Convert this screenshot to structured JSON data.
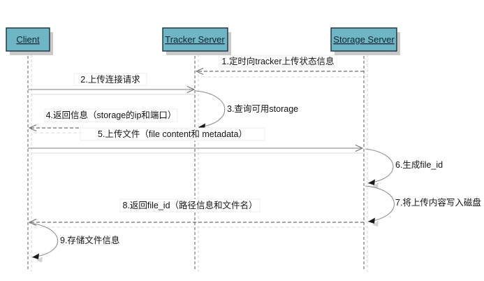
{
  "diagram": {
    "type": "sequence",
    "actors": [
      {
        "id": "client",
        "label": "Client"
      },
      {
        "id": "tracker",
        "label": "Tracker Server"
      },
      {
        "id": "storage",
        "label": "Storage Server"
      }
    ],
    "messages": [
      {
        "num": 1,
        "label": "1.定时向tracker上传状态信息",
        "from": "Storage Server",
        "to": "Tracker Server",
        "line": "dashed"
      },
      {
        "num": 2,
        "label": "2.上传连接请求",
        "from": "Client",
        "to": "Tracker Server",
        "line": "solid"
      },
      {
        "num": 3,
        "label": "3.查询可用storage",
        "from": "Tracker Server",
        "to": "Tracker Server",
        "line": "self-loop"
      },
      {
        "num": 4,
        "label": "4.返回信息（storage的ip和端口）",
        "from": "Tracker Server",
        "to": "Client",
        "line": "dashed"
      },
      {
        "num": 5,
        "label": "5.上传文件（file content和 metadata）",
        "from": "Client",
        "to": "Storage Server",
        "line": "solid"
      },
      {
        "num": 6,
        "label": "6.生成file_id",
        "from": "Storage Server",
        "to": "Storage Server",
        "line": "self-loop"
      },
      {
        "num": 7,
        "label": "7.将上传内容写入磁盘",
        "from": "Storage Server",
        "to": "Storage Server",
        "line": "self-loop"
      },
      {
        "num": 8,
        "label": "8.返回file_id（路径信息和文件名）",
        "from": "Storage Server",
        "to": "Client",
        "line": "dashed"
      },
      {
        "num": 9,
        "label": "9.存储文件信息",
        "from": "Client",
        "to": "Client",
        "line": "self-loop"
      }
    ],
    "colors": {
      "actor_fill": "#6fb5c4",
      "actor_border": "#16323c",
      "actor_text": "#0d2633",
      "shadow": "#c9c9c9",
      "solid_line": "#7f7f7f",
      "dashed_line": "#4a4a4a",
      "label_text": "#141414"
    }
  }
}
